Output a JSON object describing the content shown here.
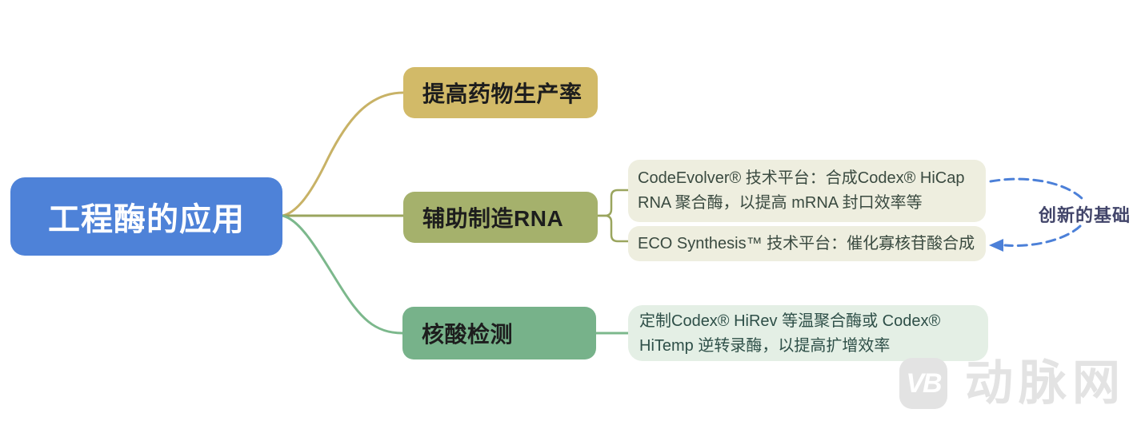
{
  "root": {
    "label": "工程酶的应用"
  },
  "branches": [
    {
      "label": "提高药物生产率",
      "children": []
    },
    {
      "label": "辅助制造RNA",
      "children": [
        {
          "lines": [
            " CodeEvolver® 技术平台：合成Codex® HiCap",
            "RNA 聚合酶，以提高 mRNA 封口效率等"
          ]
        },
        {
          "lines": [
            "ECO Synthesis™ 技术平台：催化寡核苷酸合成"
          ]
        }
      ]
    },
    {
      "label": "核酸检测",
      "children": [
        {
          "lines": [
            "定制Codex® HiRev 等温聚合酶或 Codex®",
            "HiTemp 逆转录酶，以提高扩增效率"
          ]
        }
      ]
    }
  ],
  "annotation": {
    "label": "创新的基础"
  },
  "watermark": {
    "logo": "VB",
    "text": "动脉网"
  },
  "colors": {
    "root-node": "#4e82d8",
    "branch-gold": "#d2ba68",
    "branch-olive": "#a5b16c",
    "branch-green": "#77b28a",
    "sub-cream": "#eeeedf",
    "sub-mint": "#e4efe5",
    "line-gold": "#c8b266",
    "line-olive": "#9aa55e",
    "line-green": "#7cb88c",
    "arrow-blue": "#4c80d8",
    "annotation-text": "#42456a",
    "watermark-gray": "#e3e3e3",
    "node-text-dark": "#1d1d1d",
    "sub-text-green": "#3a4a40",
    "sub-text-teal": "#2e4f48"
  }
}
